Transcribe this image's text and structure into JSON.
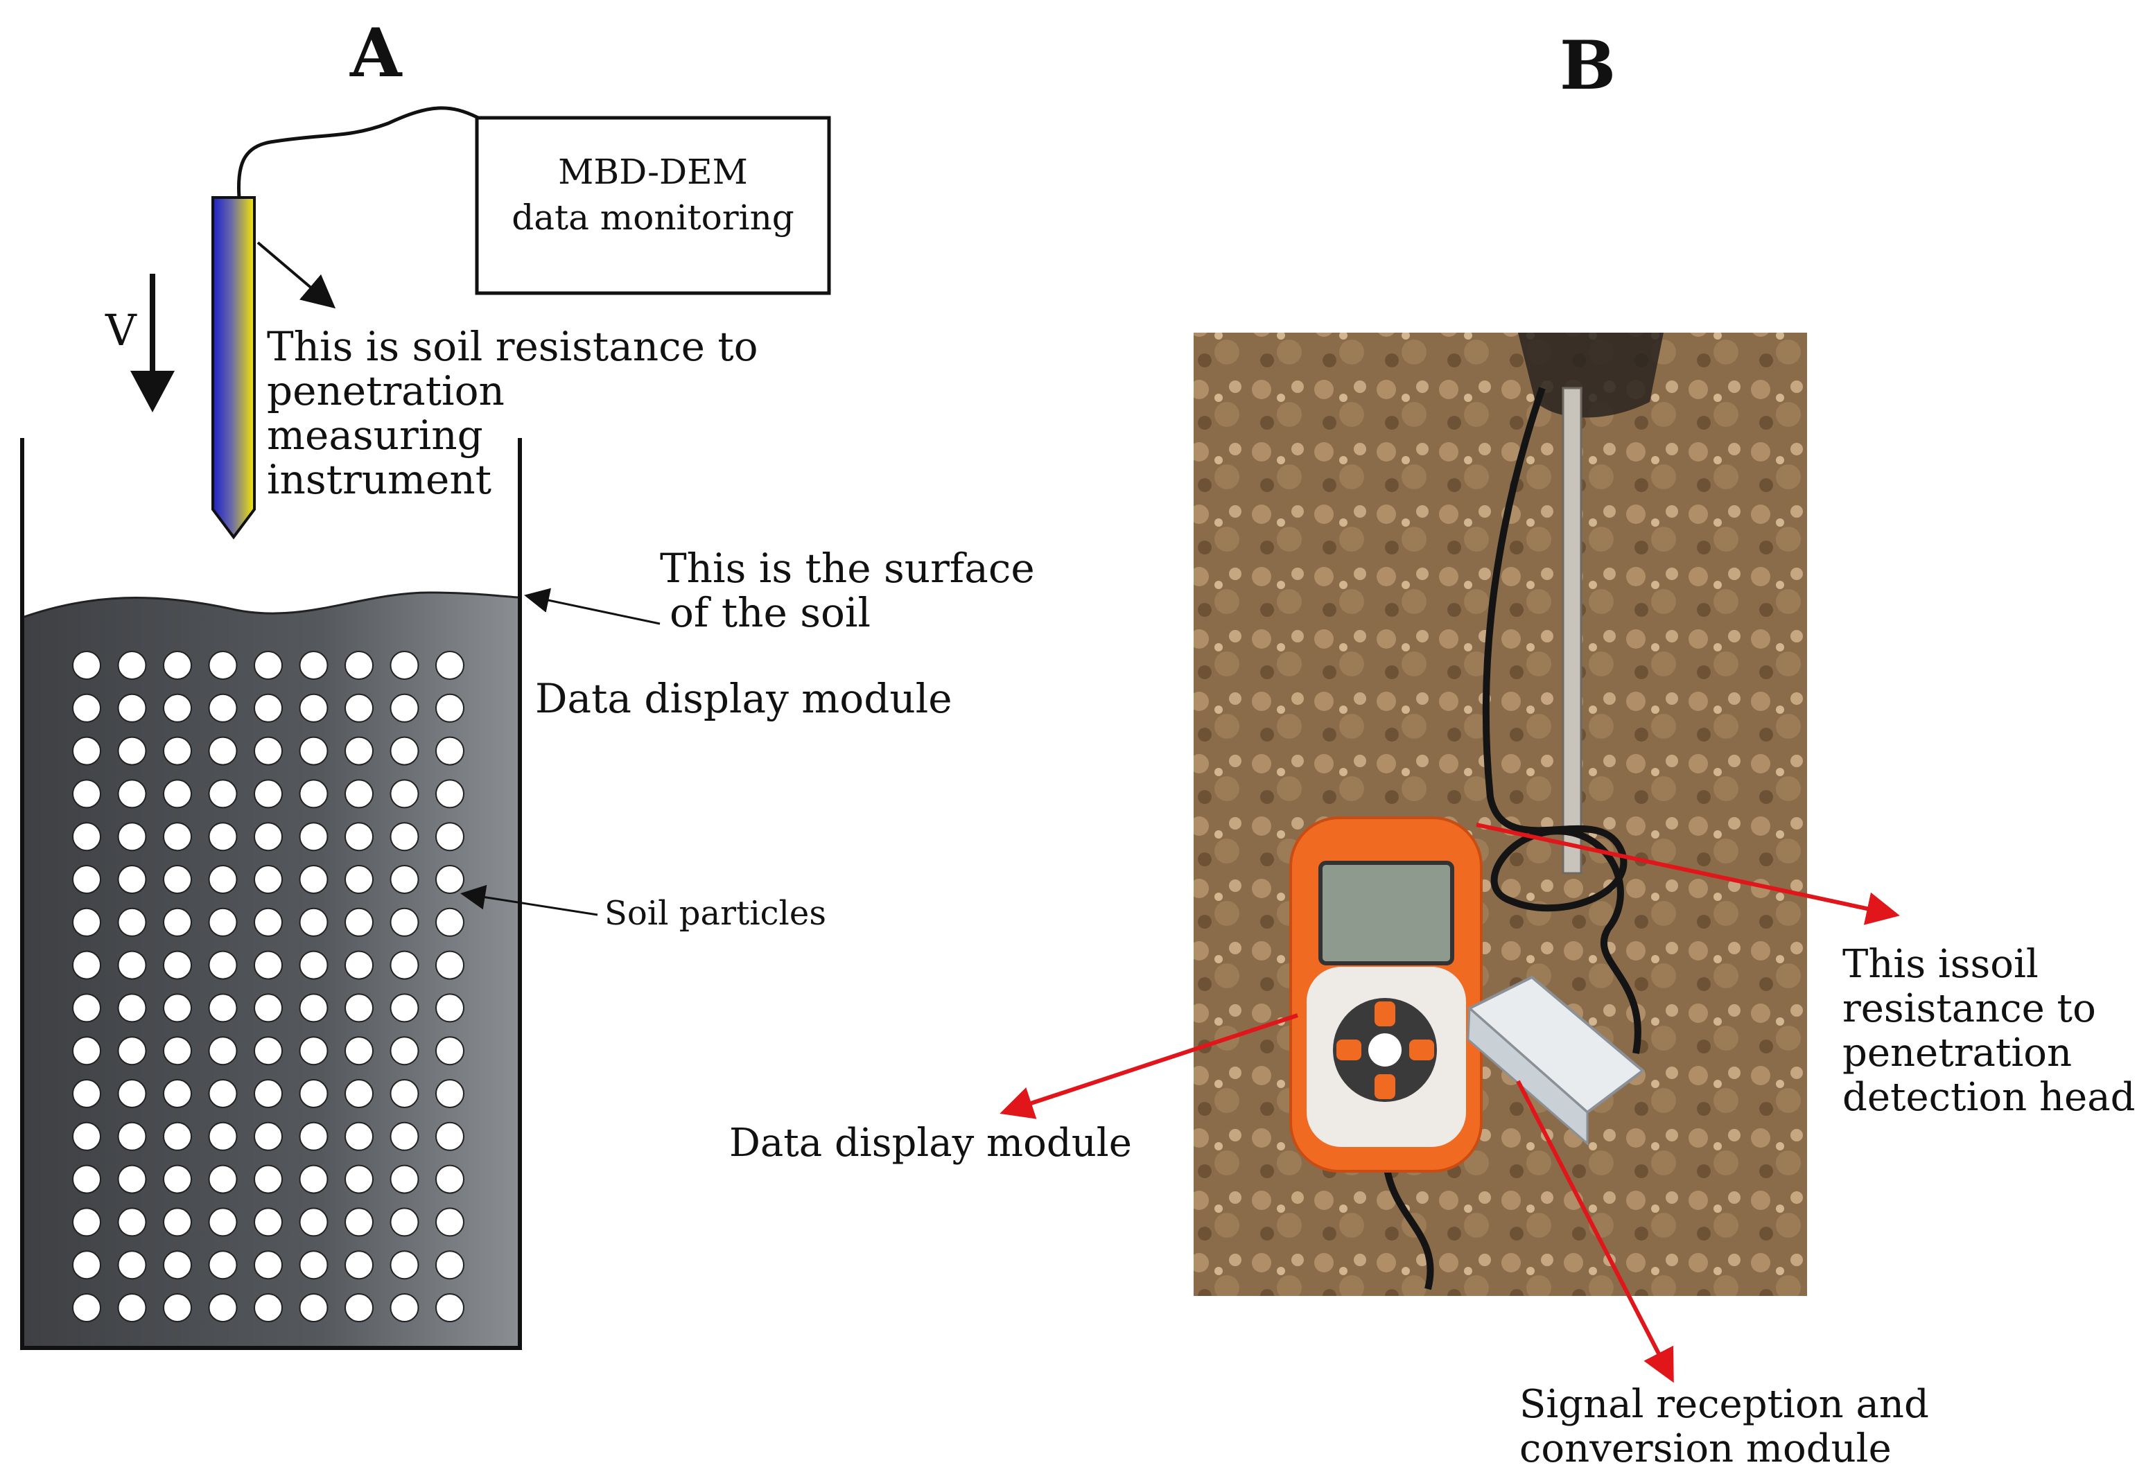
{
  "figure": {
    "panel_a": {
      "label": "A",
      "monitor_box_line1": "MBD-DEM",
      "monitor_box_line2": "data monitoring",
      "velocity_label": "V",
      "instrument_label": [
        "This is soil resistance to",
        "penetration",
        "measuring",
        "instrument"
      ],
      "surface_label": [
        "This is the surface",
        "of the soil"
      ],
      "display_label": "Data display module",
      "particles_label": "Soil particles",
      "colors": {
        "soil": "#4a4c50",
        "particle": "#ffffff",
        "probe_top": "#2a2ad0",
        "probe_bottom": "#f4e600"
      }
    },
    "panel_b": {
      "label": "B",
      "head_label": [
        "This issoil",
        "resistance to",
        "penetration",
        "detection head"
      ],
      "display_label": "Data display module",
      "signal_label": [
        "Signal reception and",
        "conversion module"
      ],
      "colors": {
        "arrow": "#e0161a",
        "device_body": "#f06a22",
        "screen": "#8f9a8e"
      }
    }
  }
}
